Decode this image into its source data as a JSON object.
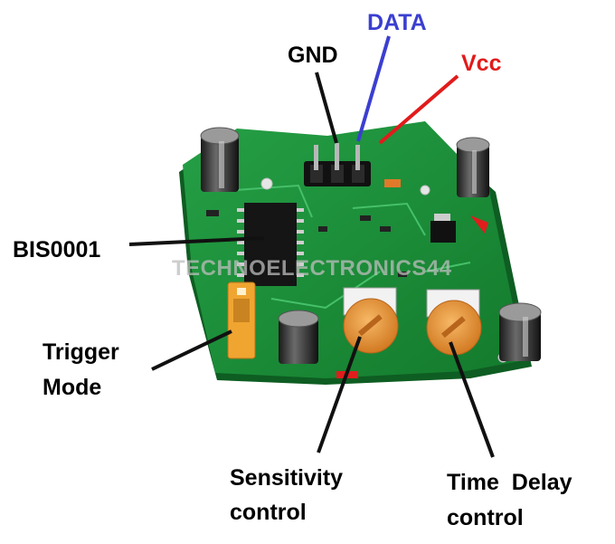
{
  "labels": {
    "gnd": "GND",
    "data": "DATA",
    "vcc": "Vcc",
    "chip": "BIS0001",
    "trigger_line1": "Trigger",
    "trigger_line2": "Mode",
    "sensitivity_line1": "Sensitivity",
    "sensitivity_line2": "control",
    "time_line1": "Time  Delay",
    "time_line2": "control"
  },
  "watermark": "TECHNOELECTRONICS44",
  "colors": {
    "label": "#000000",
    "data": "#3b3fd0",
    "vcc": "#e21b1b",
    "pcb": "#1c8f3a",
    "pot": "#e8973a",
    "jumper": "#f0a531"
  },
  "components": [
    "pcb-board",
    "electrolytic-capacitor",
    "pin-header-3",
    "bis0001-chip",
    "trimmer-potentiometer",
    "trigger-jumper"
  ]
}
